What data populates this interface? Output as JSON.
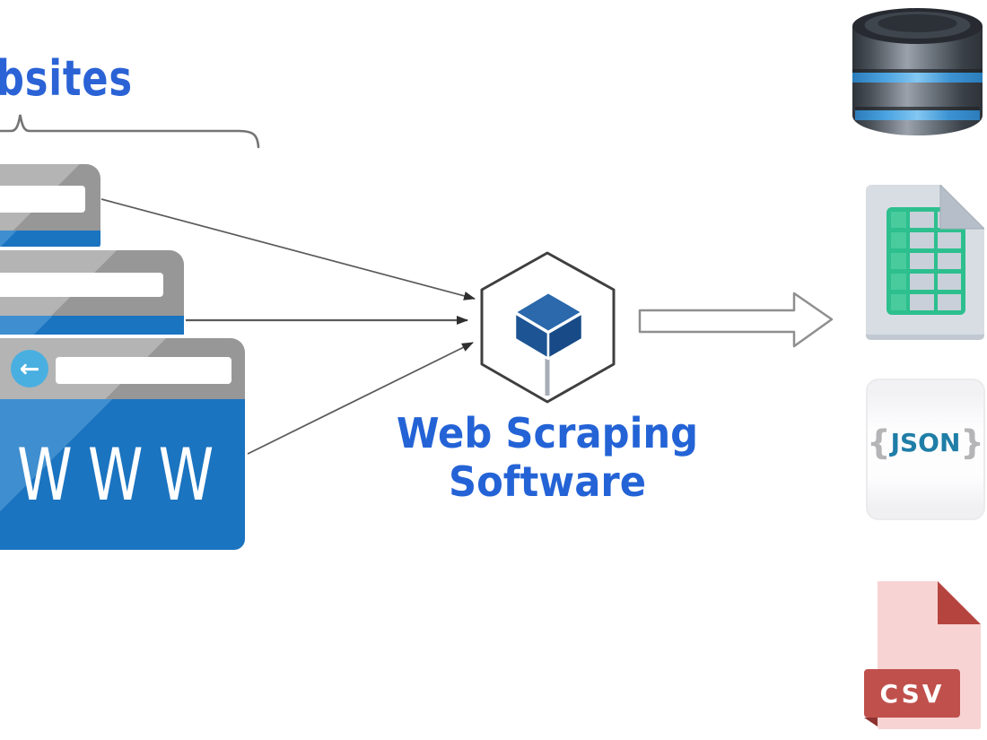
{
  "labels": {
    "websites_partial": "bsites",
    "software_line1": "Web Scraping",
    "software_line2": "Software"
  },
  "browser": {
    "content_text": "WWW",
    "back_arrow_glyph": "←"
  },
  "outputs": {
    "json_brace_open": "{",
    "json_name": "JSON",
    "json_brace_close": "}",
    "csv_name": "CSV"
  },
  "icons": {
    "center": "cube-icon",
    "right_column": [
      "database-icon",
      "spreadsheet-icon",
      "json-file-icon",
      "csv-file-icon"
    ]
  },
  "colors": {
    "label_blue": "#2b63d6",
    "browser_blue": "#1b74c0",
    "browser_blue_light": "#3f8ecf",
    "browser_gray": "#979797",
    "browser_gray_light": "#b4b4b4",
    "back_button_blue": "#49afe0",
    "cube_top_blue": "#2b68ac",
    "cube_left_blue": "#1d5493",
    "cube_right_blue": "#174a87",
    "connector_gray": "#5a5a5a",
    "db_band_blue": "#4ba3e0",
    "sheet_green": "#2dbf8e",
    "json_teal": "#1f7ea7",
    "csv_red": "#c0504c",
    "csv_pink": "#f8d3d3"
  }
}
